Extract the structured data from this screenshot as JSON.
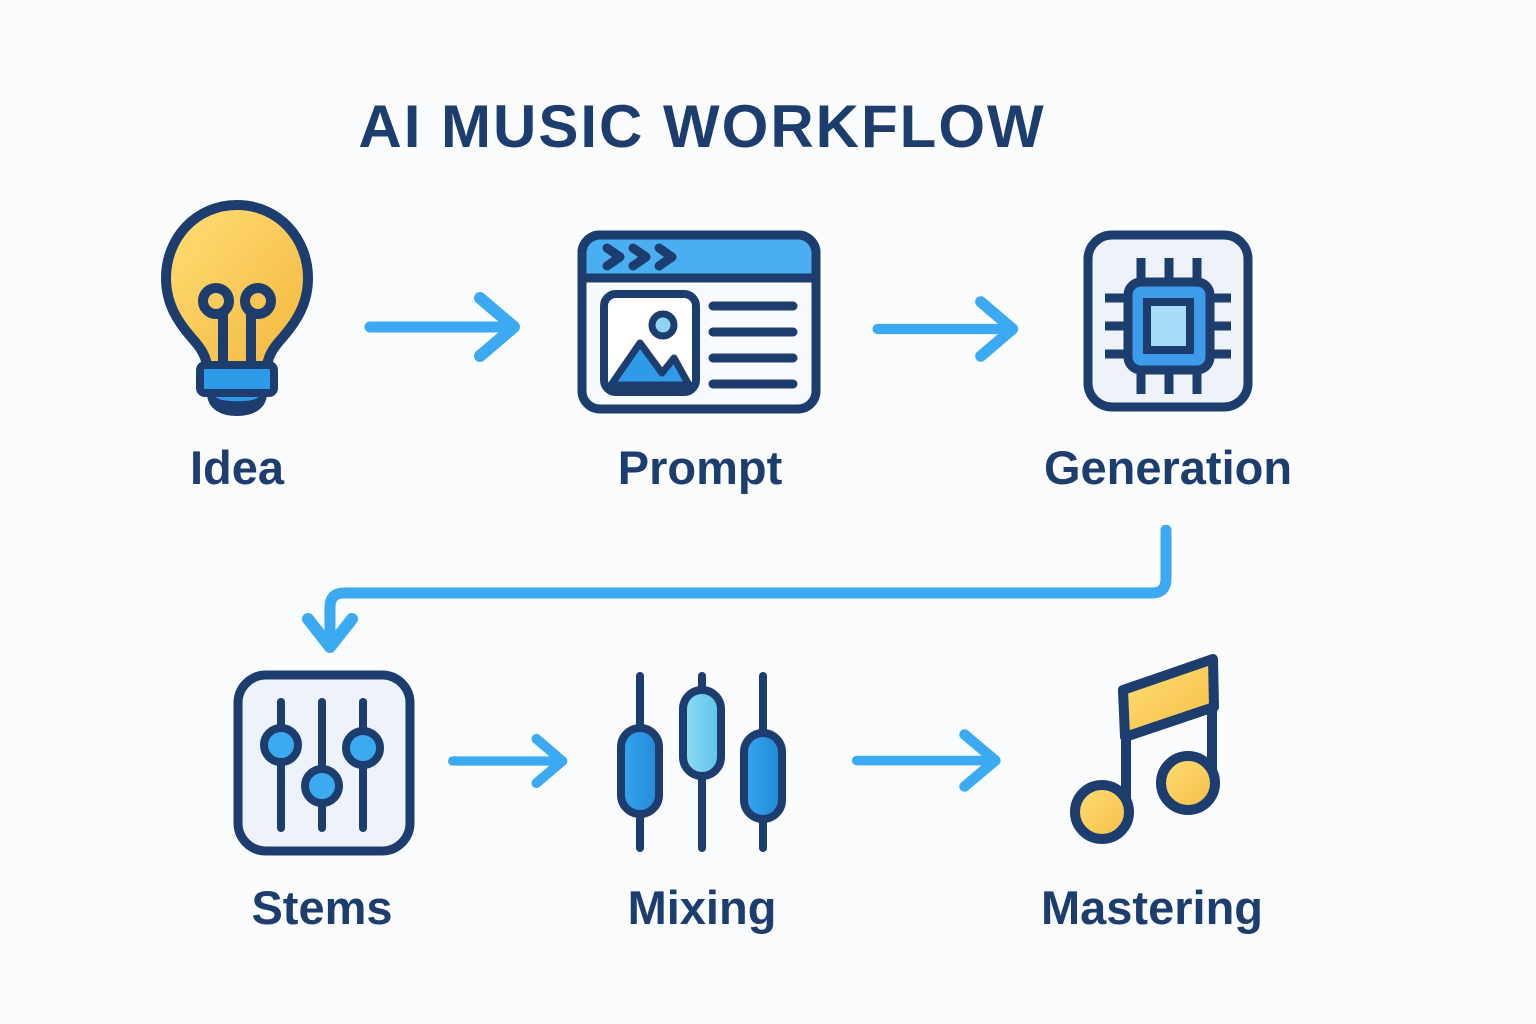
{
  "title": "AI MUSIC WORKFLOW",
  "diagram_type": "flowchart",
  "steps": [
    {
      "id": "idea",
      "label": "Idea",
      "icon": "lightbulb-icon",
      "row": 1,
      "order": 1
    },
    {
      "id": "prompt",
      "label": "Prompt",
      "icon": "browser-window-icon",
      "row": 1,
      "order": 2
    },
    {
      "id": "generation",
      "label": "Generation",
      "icon": "cpu-chip-icon",
      "row": 1,
      "order": 3
    },
    {
      "id": "stems",
      "label": "Stems",
      "icon": "sliders-icon",
      "row": 2,
      "order": 4
    },
    {
      "id": "mixing",
      "label": "Mixing",
      "icon": "mixer-faders-icon",
      "row": 2,
      "order": 5
    },
    {
      "id": "mastering",
      "label": "Mastering",
      "icon": "music-note-icon",
      "row": 2,
      "order": 6
    }
  ],
  "connections": [
    {
      "from": "idea",
      "to": "prompt",
      "type": "arrow-right"
    },
    {
      "from": "prompt",
      "to": "generation",
      "type": "arrow-right"
    },
    {
      "from": "generation",
      "to": "stems",
      "type": "elbow-down-left-down"
    },
    {
      "from": "stems",
      "to": "mixing",
      "type": "arrow-right"
    },
    {
      "from": "mixing",
      "to": "mastering",
      "type": "arrow-right"
    }
  ],
  "colors": {
    "text_navy": "#1C3D6E",
    "outline_navy": "#1E4273",
    "arrow_blue": "#3BAAF2",
    "accent_blue": "#2E9BE8",
    "header_blue": "#4AAFF0",
    "light_blue": "#8FD4F3",
    "panel_fill": "#EDF2FB",
    "yellow": "#F9C94F",
    "yellow_light": "#FFDE76",
    "background": "#FBFCFE"
  }
}
